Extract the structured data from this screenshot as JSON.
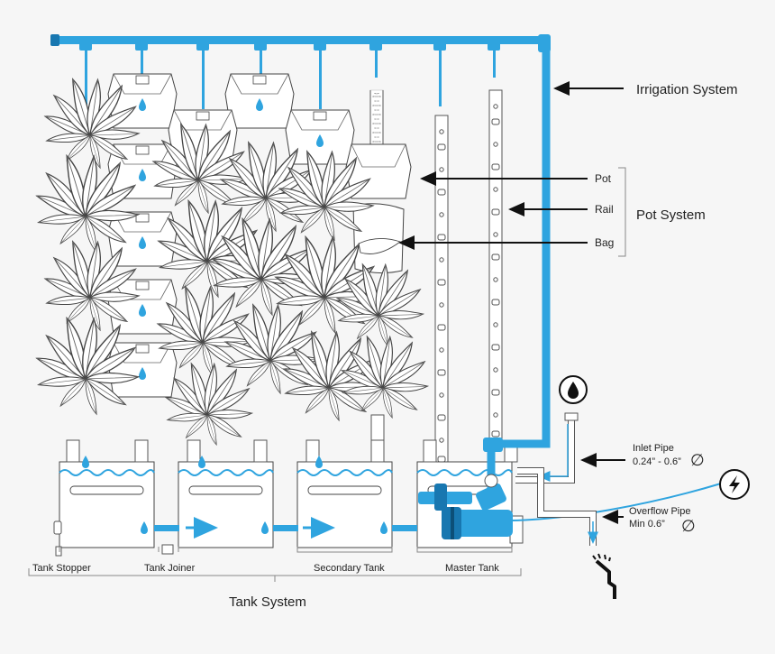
{
  "colors": {
    "pipe": "#2fa4df",
    "pipe_dark": "#1877b0",
    "water": "#2fa4df",
    "line": "#555555",
    "background": "#f6f6f6"
  },
  "labels": {
    "irrigation_system": "Irrigation System",
    "pot": "Pot",
    "rail": "Rail",
    "bag": "Bag",
    "pot_system": "Pot System",
    "inlet_pipe": "Inlet Pipe",
    "inlet_pipe_size": "0.24” - 0.6”",
    "overflow_pipe": "Overflow Pipe",
    "overflow_pipe_size": "Min 0.6”",
    "diameter_symbol": "∅",
    "tank_stopper": "Tank Stopper",
    "tank_joiner": "Tank Joiner",
    "secondary_tank": "Secondary Tank",
    "master_tank": "Master Tank",
    "tank_system": "Tank System"
  },
  "icons": {
    "water_source": "water-drop-icon",
    "power": "lightning-bolt-icon",
    "drain": "drain-icon"
  }
}
